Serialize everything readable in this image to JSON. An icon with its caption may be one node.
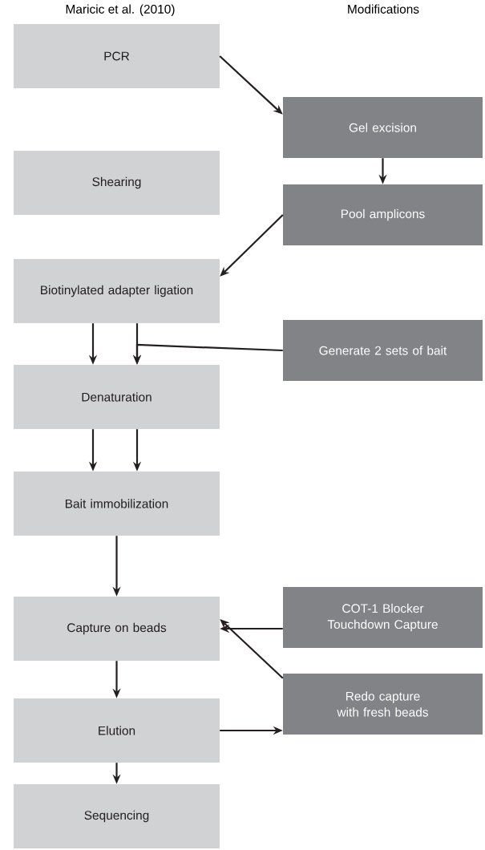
{
  "diagram": {
    "nodes": [
      {
        "text": [
          "PCR"
        ]
      },
      {
        "text": [
          "Gel excision"
        ]
      },
      {
        "text": [
          "Shearing"
        ]
      },
      {
        "text": [
          "Pool amplicons"
        ]
      },
      {
        "text": [
          "Biotinylated adapter ligation"
        ]
      },
      {
        "text": [
          "Generate 2 sets of bait"
        ]
      },
      {
        "text": [
          "Denaturation"
        ]
      },
      {
        "text": [
          "Bait immobilization"
        ]
      },
      {
        "text": [
          "Capture on beads"
        ]
      },
      {
        "text": [
          "COT-1 Blocker Touchdown Capture"
        ]
      },
      {
        "text": [
          "Elution"
        ]
      },
      {
        "text": [
          "Redo capture with fresh beads"
        ]
      },
      {
        "text": [
          "Sequencing"
        ]
      }
    ],
    "edges": [
      {
        "from": 0,
        "to": 1,
        "arrow": "to"
      },
      {
        "from": 1,
        "to": 3,
        "arrow": "to"
      },
      {
        "from": 3,
        "to": 4,
        "arrow": "to"
      },
      {
        "from": 4,
        "to": 6,
        "arrow": "to"
      },
      {
        "from": 4,
        "to": 6,
        "arrow": "to"
      },
      {
        "from": 5,
        "to": 6,
        "arrow": "to"
      },
      {
        "from": 6,
        "to": 7,
        "arrow": "to"
      },
      {
        "from": 6,
        "to": 7,
        "arrow": "to"
      },
      {
        "from": 7,
        "to": 8,
        "arrow": "to"
      },
      {
        "from": 9,
        "to": 8,
        "arrow": "to"
      },
      {
        "from": 11,
        "to": 8,
        "arrow": "to"
      },
      {
        "from": 8,
        "to": 10,
        "arrow": "to"
      },
      {
        "from": 10,
        "to": 11,
        "arrow": "to"
      },
      {
        "from": 10,
        "to": 12,
        "arrow": "to"
      }
    ],
    "labels": [
      "Maricic et al. (2010)",
      "Modifications"
    ]
  }
}
